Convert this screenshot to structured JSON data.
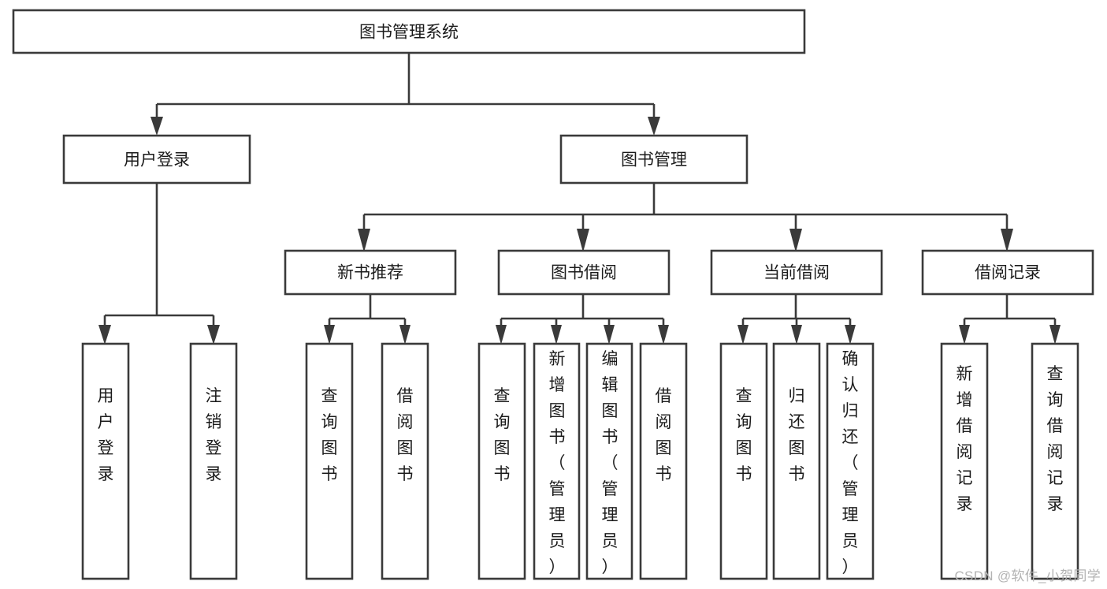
{
  "diagram": {
    "type": "tree-hierarchy-chart",
    "title": "图书管理系统",
    "background_color": "#ffffff",
    "line_color": "#3a3a3a",
    "text_color": "#1b1b1b",
    "root": {
      "id": "root",
      "label": "图书管理系统"
    },
    "level2": [
      {
        "id": "user-login",
        "label": "用户登录"
      },
      {
        "id": "book-manage",
        "label": "图书管理"
      }
    ],
    "level3": [
      {
        "id": "new-book-recommend",
        "label": "新书推荐",
        "parent": "book-manage"
      },
      {
        "id": "book-borrow",
        "label": "图书借阅",
        "parent": "book-manage"
      },
      {
        "id": "current-borrow",
        "label": "当前借阅",
        "parent": "book-manage"
      },
      {
        "id": "borrow-record",
        "label": "借阅记录",
        "parent": "book-manage"
      }
    ],
    "leaves": {
      "user-login": [
        {
          "id": "leaf-user-login",
          "label": "用户登录"
        },
        {
          "id": "leaf-user-logout",
          "label": "注销登录"
        }
      ],
      "new-book-recommend": [
        {
          "id": "leaf-query-book-1",
          "label": "查询图书"
        },
        {
          "id": "leaf-borrow-book-1",
          "label": "借阅图书"
        }
      ],
      "book-borrow": [
        {
          "id": "leaf-query-book-2",
          "label": "查询图书"
        },
        {
          "id": "leaf-add-book",
          "label": "新增图书（管理员）"
        },
        {
          "id": "leaf-edit-book",
          "label": "编辑图书（管理员）"
        },
        {
          "id": "leaf-borrow-book-2",
          "label": "借阅图书"
        }
      ],
      "current-borrow": [
        {
          "id": "leaf-query-book-3",
          "label": "查询图书"
        },
        {
          "id": "leaf-return-book",
          "label": "归还图书"
        },
        {
          "id": "leaf-confirm-return",
          "label": "确认归还（管理员）"
        }
      ],
      "borrow-record": [
        {
          "id": "leaf-add-record",
          "label": "新增借阅记录"
        },
        {
          "id": "leaf-query-record",
          "label": "查询借阅记录"
        }
      ]
    }
  },
  "watermark": {
    "text": "CSDN @软件_小贺同学"
  }
}
